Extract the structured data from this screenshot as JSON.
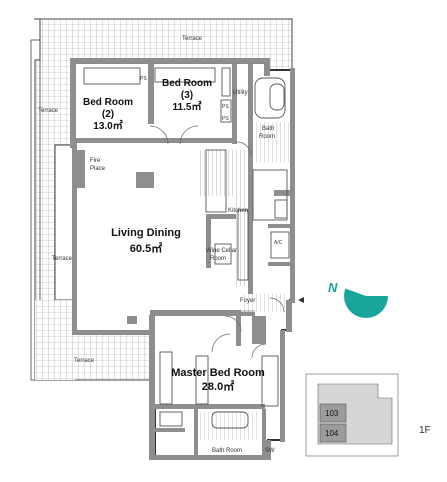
{
  "rooms": {
    "terrace_top": "Terrace",
    "terrace_left": "Terrace",
    "terrace_west": "Terrace",
    "terrace_bottom": "Terrace",
    "bed2": {
      "name": "Bed Room",
      "num": "(2)",
      "area": "13.0㎡"
    },
    "bed3": {
      "name": "Bed Room",
      "num": "(3)",
      "area": "11.5㎡"
    },
    "living": {
      "name": "Living Dining",
      "area": "60.5㎡"
    },
    "master": {
      "name": "Master Bed Room",
      "area": "28.0㎡"
    },
    "fire_place": {
      "line1": "Fire",
      "line2": "Place"
    },
    "utility": "Utility",
    "bath_top": {
      "line1": "Bath",
      "line2": "Room"
    },
    "kitchen": "Kitchen",
    "wine_cellar": {
      "line1": "Wine Cellar",
      "line2": "Room"
    },
    "foyer": "Foyer",
    "bath_bottom": "Bath Room",
    "sw": "SW",
    "ps_a": "PS",
    "ps_b": "PS",
    "ps_c": "PS",
    "ac": "A/C"
  },
  "compass": {
    "label": "N",
    "color": "#1aa59c"
  },
  "key_plan": {
    "unit_a": "103",
    "unit_b": "104",
    "floor": "1F"
  },
  "colors": {
    "wall": "#8e8e8e",
    "hatch": "#b7b7b7",
    "line": "#444444"
  }
}
